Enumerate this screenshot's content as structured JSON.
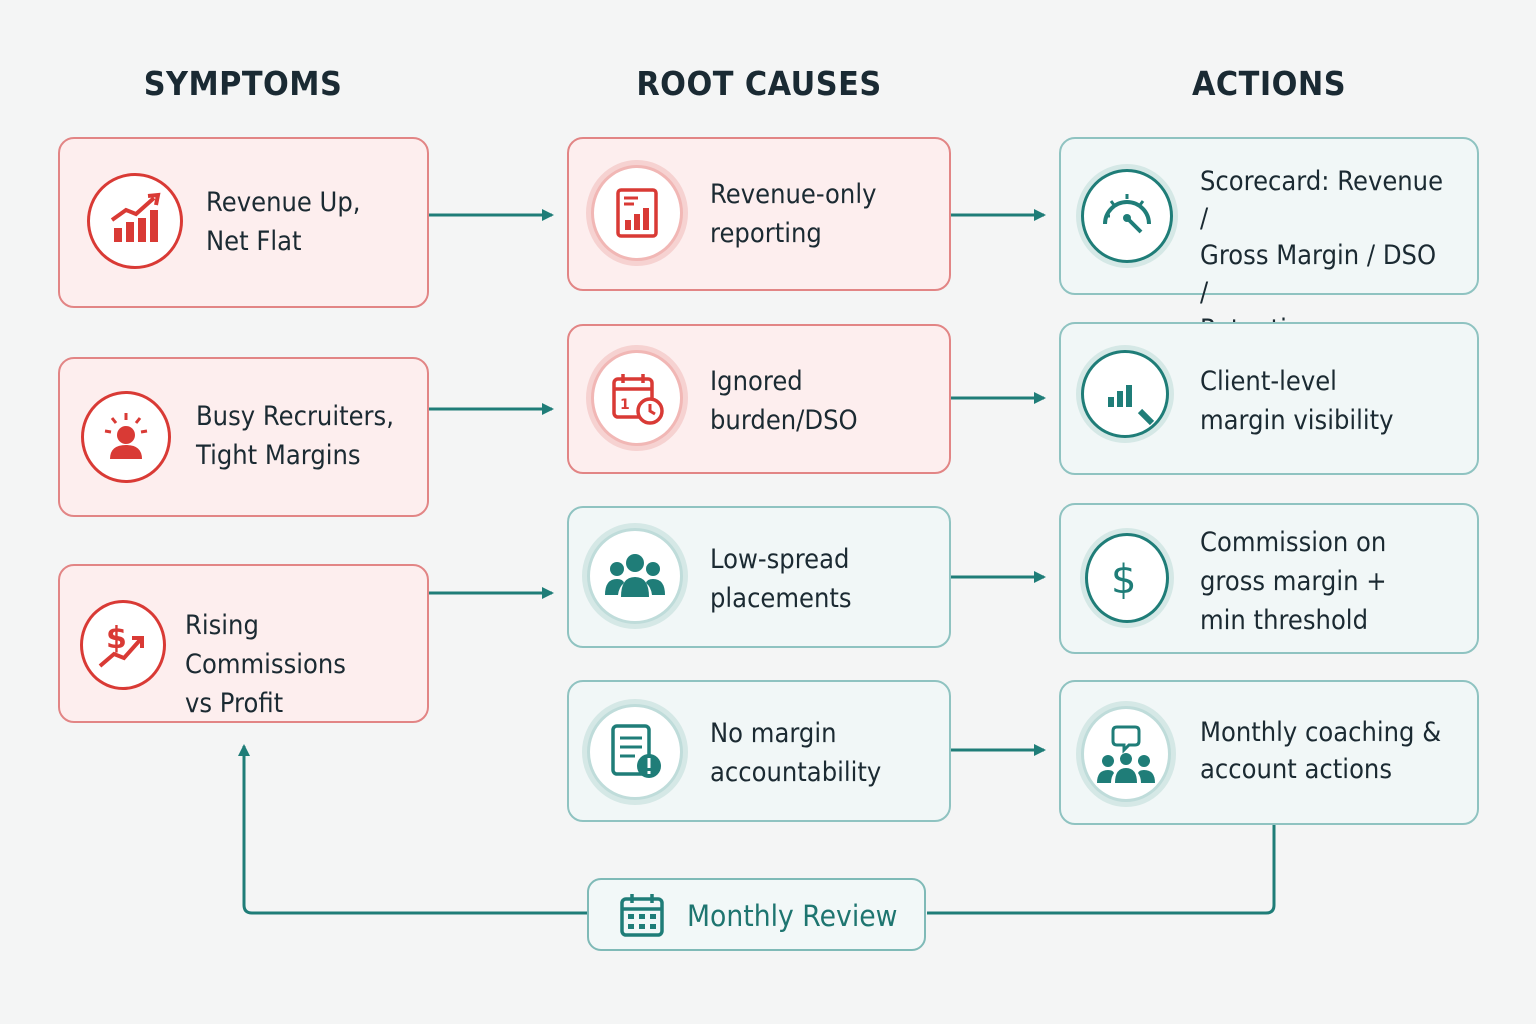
{
  "headings": {
    "symptoms": "SYMPTOMS",
    "root_causes": "ROOT CAUSES",
    "actions": "ACTIONS"
  },
  "symptoms": [
    {
      "text": "Revenue Up,\nNet Flat",
      "icon": "chart-up-icon"
    },
    {
      "text": "Busy Recruiters,\nTight Margins",
      "icon": "stressed-person-icon"
    },
    {
      "text": "Rising Commissions\nvs Profit",
      "icon": "dollar-trend-icon"
    }
  ],
  "root_causes": [
    {
      "text": "Revenue-only\nreporting",
      "icon": "report-chart-icon"
    },
    {
      "text": "Ignored\nburden/DSO",
      "icon": "calendar-clock-icon"
    },
    {
      "text": "Low-spread\nplacements",
      "icon": "people-group-icon"
    },
    {
      "text": "No margin\naccountability",
      "icon": "document-alert-icon"
    }
  ],
  "actions": [
    {
      "text": "Scorecard: Revenue /\nGross Margin / DSO /\nRetention",
      "icon": "gauge-icon"
    },
    {
      "text": "Client-level\nmargin visibility",
      "icon": "magnifier-chart-icon"
    },
    {
      "text": "Commission on\ngross margin +\nmin threshold",
      "icon": "dollar-circle-icon"
    },
    {
      "text": "Monthly coaching &\naccount actions",
      "icon": "coaching-group-icon"
    }
  ],
  "review": {
    "label": "Monthly Review",
    "icon": "calendar-icon"
  },
  "colors": {
    "red": "#d93a35",
    "teal": "#1f7d78",
    "background": "#f4f5f5"
  }
}
